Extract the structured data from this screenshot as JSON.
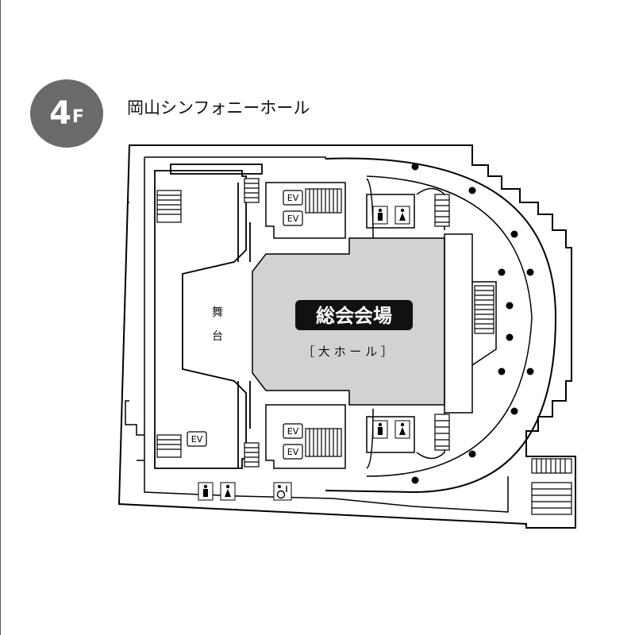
{
  "floor": {
    "number": "4",
    "unit": "F"
  },
  "venue_name": "岡山シンフォニーホール",
  "main_hall": {
    "label": "総会会場",
    "sublabel": "［ 大 ホ ー ル ］"
  },
  "stage": {
    "line1": "舞",
    "line2": "台"
  },
  "elevators": {
    "label": "EV"
  },
  "colors": {
    "badge": "#6a6a6a",
    "hall_fill": "#d2d2d2",
    "label_bg": "#111111",
    "wall": "#000000"
  },
  "icons": [
    "male-restroom-icon",
    "female-restroom-icon",
    "accessible-restroom-icon",
    "elevator-icon",
    "stairs-icon"
  ]
}
